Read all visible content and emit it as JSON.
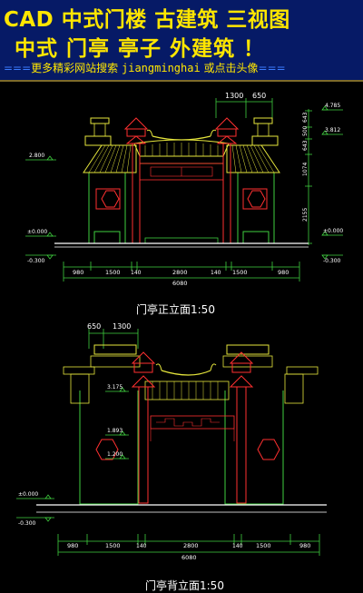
{
  "banner": {
    "line1": "CAD 中式门楼 古建筑 三视图",
    "line2": "中式 门亭 亭子 外建筑 ！",
    "line3_prefix": "===",
    "line3_text": "更多精彩网站搜索 ",
    "line3_site": "jiangminghai",
    "line3_suffix_text": " 或点击头像",
    "line3_suffix": "==="
  },
  "front": {
    "caption": "门亭正立面1:50",
    "dims_top": [
      "1300",
      "650"
    ],
    "dims_right": [
      "643",
      "500",
      "643",
      "1074",
      "2155"
    ],
    "elev_right": [
      "4.785",
      "3.812",
      "±0.000",
      "-0.300"
    ],
    "elev_left": [
      "2.800",
      "±0.000",
      "-0.300"
    ],
    "dims_bottom": [
      "980",
      "1500",
      "140",
      "2800",
      "140",
      "1500",
      "980"
    ],
    "total": "6080"
  },
  "back": {
    "caption": "门亭背立面1:50",
    "dims_top": [
      "650",
      "1300"
    ],
    "elev_left": [
      "3.175",
      "1.893",
      "1.200",
      "±0.000",
      "-0.300"
    ],
    "dims_bottom": [
      "980",
      "1500",
      "140",
      "2800",
      "140",
      "1500",
      "980"
    ],
    "total": "6080"
  },
  "colors": {
    "banner_bg": "#061a66",
    "banner_text": "#ffe600",
    "cad_yellow": "#e6e63c",
    "cad_green": "#3fcf3f",
    "cad_red": "#ff3030",
    "cad_white": "#ffffff"
  }
}
